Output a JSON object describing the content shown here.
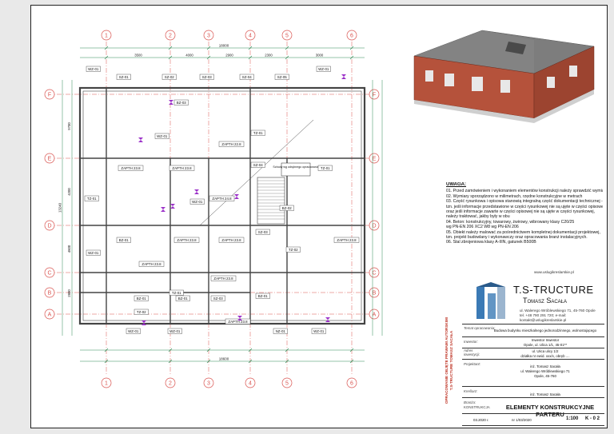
{
  "drawing": {
    "axes_numbers": [
      "1",
      "2",
      "3",
      "4",
      "5",
      "6"
    ],
    "axes_letters": [
      "F",
      "E",
      "D",
      "C",
      "B",
      "A"
    ],
    "total_dim_top": "18000",
    "total_dim_bottom": "18600",
    "dim_segments": [
      "3500",
      "4000",
      "2900",
      "2300",
      "3000"
    ],
    "side_dims": [
      "13240",
      "9700",
      "4200",
      "4600",
      "2800"
    ],
    "labels": [
      "WZ-01",
      "SZ-01",
      "SZ-02",
      "SZ-03",
      "SZ-04",
      "SZ-05",
      "WZ-01",
      "BZ-03",
      "WZ-01",
      "ZAPTH 22.8",
      "TZ-01",
      "TZ-01",
      "SZ-04",
      "ZAPTH 23.8",
      "ZAPTH 23.8",
      "ZAPTH 24.8",
      "WZ-01",
      "BZ-02",
      "ZAPTH 23.8",
      "BZ-01",
      "ZAPTH 23.8",
      "ZAPTH 23.8",
      "SZ-03",
      "ZAPTH 23.8",
      "TZ-02",
      "BZ-01",
      "BZ-01",
      "ZAPTH 23.8",
      "SZ-03",
      "TZ-02",
      "TZ-01",
      "ZAPTH 23.8",
      "BZ-01",
      "TZ-01",
      "WZ-01",
      "WZ-01",
      "WZ-01",
      "NZ-01",
      "WZ-01"
    ],
    "note_box": "Schody wg odrębnego opracowania"
  },
  "notes": {
    "heading": "UWAGA:",
    "lines": [
      "01. Przed zamówieniem i wykonaniem elementów konstrukcji należy sprawdzić wymiary",
      "02. Wymiary sporządzono w milimetrach, rzędne konstrukcyjne w metrach",
      "03. Część rysunkowa i opisowa stanowią integralną część dokumentacji technicznej -",
      "     tzn. jeśli informacje przedstawione w części rysunkowej nie są ujęte w części opisowej",
      "     oraz jeśli informacje zawarte w części opisowej nie są ujęte w części rysunkowej,",
      "     należy traktować, jakby były w obu",
      "04. Beton: konstrukcyjny, towarowy, żwirowy, wibrowany klasy C20/25",
      "     wg PN-EN 206 XC2 W8 wg PN-EN 206",
      "05. Obiekt należy malować za pośrednictwem kompletnej dokumentacji projektowej,",
      "     tzn. projekt budowlany i wykonawczy oraz opracowania branż instalacyjnych.",
      "06. Stal zbrojeniowa klasy A-IIIN, gatunek B500B"
    ]
  },
  "company": {
    "url": "www.uslugikreslarskie.pl",
    "name": "T.S-TRUCTURE",
    "owner": "Tomasz Sacała",
    "address": "ul. Walerego Wróblewskiego 71, 45-760 Opole",
    "contact": "tel. +48 790 291 720; e-mail: kontakt@uslugikreslarskie.pl"
  },
  "title_block": {
    "temat_label": "Temat opracowania:",
    "temat": "Budowa budynku mieszkalnego jednorodzinnego, wolnostojącego",
    "inwestor_label": "Inwestor:",
    "inwestor": "Inwestor Inwestor",
    "inwestor_addr": "Opole, ul. Ulica 1/1, 45-01**",
    "adres_label": "Adres inwestycji:",
    "adres": "ul. Ulica ulicy 1/2",
    "adres2": "działka nr ewid. xxx/x, obręb ....",
    "projektant_label": "Projektant:",
    "projektant": "inż. Tomasz Sacała",
    "projektant_addr": "ul. Walerego Wróblewskiego 71",
    "projektant_city": "Opole, 45-760",
    "kreslarz_label": "Kreślarz:",
    "kreslarz": "inż. Tomasz Sacała",
    "branza_label": "Branża:",
    "branza": "KONSTRUKCJA",
    "title": "ELEMENTY KONSTRUKCYJNE PARTERU",
    "date": "03.2020 r.",
    "number": "nr 1/03/2020",
    "scale": "1:100",
    "sheet": "K - 0 2"
  },
  "stamp": {
    "line1": "OPRACOWANIE OBJĘTE PRAWAMI AUTORSKIMI",
    "line2": "T.S-TRUCTURE TOMASZ SACAŁA"
  },
  "colors": {
    "axis": "#d9534f",
    "dim": "#2e8b57",
    "wall": "#444444",
    "marker": "#9b30c8",
    "roof": "#777777",
    "brick": "#b5523b",
    "logo": "#3b7ab5"
  }
}
